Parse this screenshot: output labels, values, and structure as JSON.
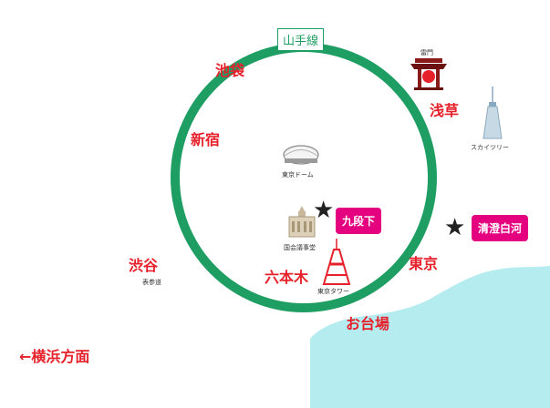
{
  "line": {
    "name": "山手線",
    "color": "#1e9e63"
  },
  "districts": {
    "ikebukuro": "池袋",
    "shinjuku": "新宿",
    "shibuya": "渋谷",
    "roppongi": "六本木",
    "tokyo": "東京",
    "asakusa": "浅草",
    "odaiba": "お台場",
    "yokohama": "←横浜方面"
  },
  "landmarks": {
    "kaminarimon": "雷門",
    "skytree": "スカイツリー",
    "tokyo_dome": "東京ドーム",
    "diet": "国会議事堂",
    "tokyo_tower": "東京タワー",
    "omotesando": "表参道"
  },
  "highlights": {
    "kudanshita": "九段下",
    "kiyosumi": "清澄白河"
  },
  "colors": {
    "district_text": "#e6212b",
    "badge": "#e4007f",
    "water": "#b5ecf0"
  }
}
